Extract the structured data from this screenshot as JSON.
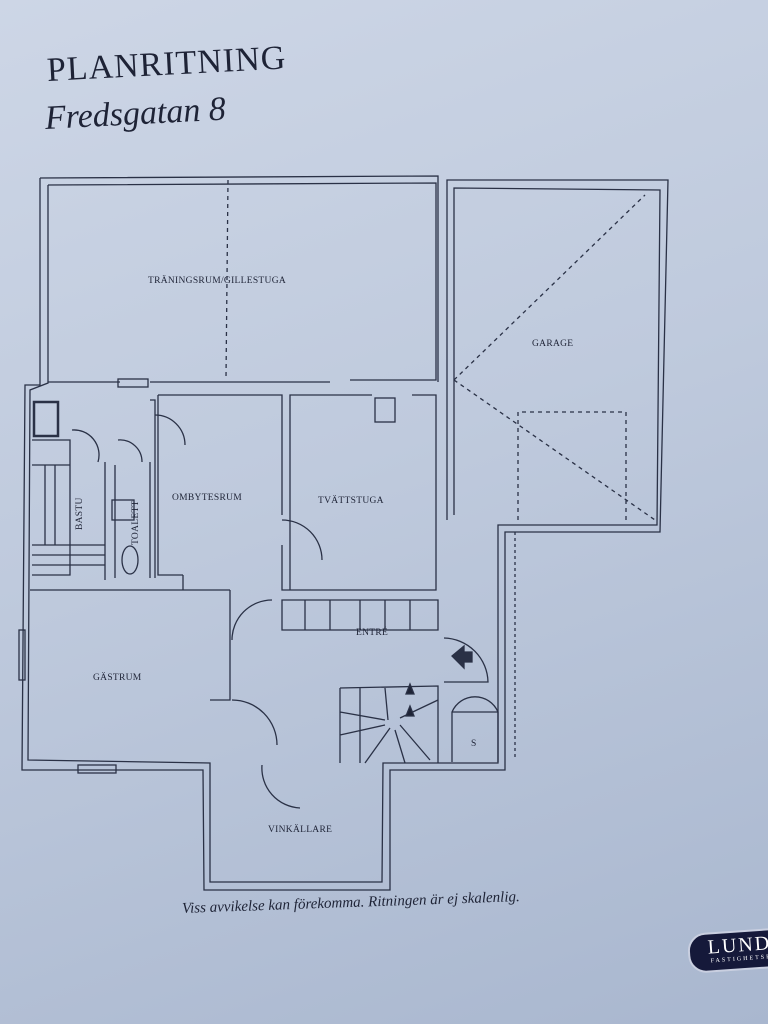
{
  "header": {
    "title": "PLANRITNING",
    "subtitle": "Fredsgatan 8"
  },
  "rooms": {
    "training": "TRÄNINGSRUM/GILLESTUGA",
    "garage": "GARAGE",
    "changing": "OMBYTESRUM",
    "laundry": "TVÄTTSTUGA",
    "sauna": "BASTU",
    "toilet": "TOALETT",
    "guest": "GÄSTRUM",
    "entrance": "ENTRÉ",
    "wine_cellar": "VINKÄLLARE",
    "storage": "S"
  },
  "caption": "Viss avvikelse kan förekomma. Ritningen är ej skalenlig.",
  "logo": {
    "name": "LUNDE",
    "sub": "FASTIGHETSB"
  },
  "colors": {
    "line": "#2a3146",
    "paper": "#c5cfdf",
    "logo": "#15193a"
  }
}
